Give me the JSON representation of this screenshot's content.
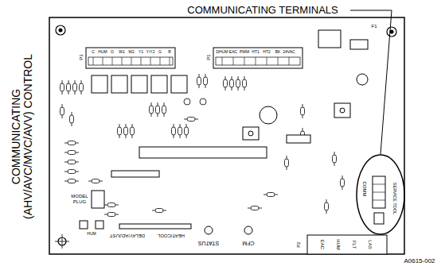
{
  "diagram": {
    "labels": [
      "COMMUNICATING TERMINALS",
      "COMMUNICATING (AHV/AVC/MVC/AVV) CONTROL",
      "A0615-002",
      "P3",
      "C",
      "HUM",
      "O",
      "W1",
      "W2",
      "Y1",
      "Y/Y2",
      "G",
      "R",
      "P1",
      "DHUM",
      "EAC",
      "PWM",
      "HT1",
      "HT2",
      "BK",
      "24VAC",
      "MODEL PLUG",
      "HUM",
      "HEAT/COOL",
      "DELAY/ADJUST",
      "STATUS",
      "CFM",
      "P2",
      "EAC",
      "HUM",
      "FLT",
      "LAS",
      "COMM",
      "SERVICE TOOL",
      "F1"
    ]
  }
}
